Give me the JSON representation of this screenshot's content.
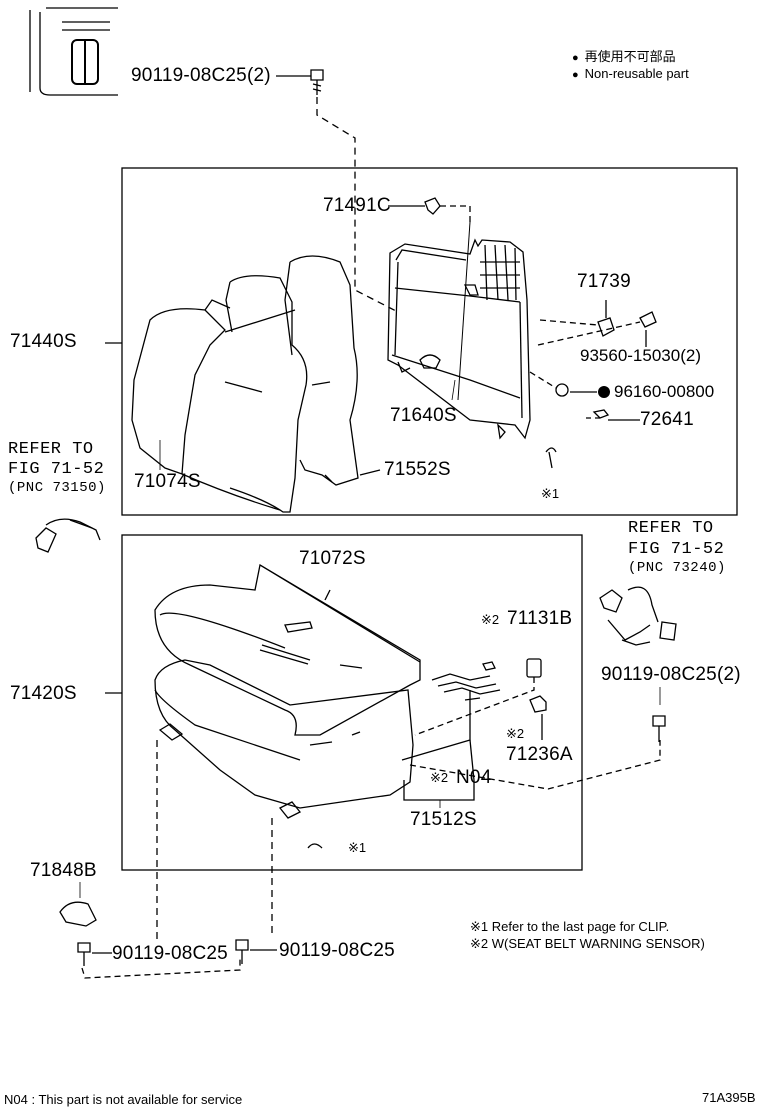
{
  "legend": {
    "non_reusable_jp": "再使用不可部品",
    "non_reusable_en": "Non-reusable part"
  },
  "labels": {
    "p_90119_top": "90119-08C25(2)",
    "p_71491C": "71491C",
    "p_71739": "71739",
    "p_93560": "93560-15030(2)",
    "p_96160": "96160-00800",
    "p_72641": "72641",
    "p_71640S": "71640S",
    "p_71440S": "71440S",
    "p_71074S": "71074S",
    "p_71552S": "71552S",
    "mark1_upper": "※1",
    "p_71072S": "71072S",
    "p_71420S": "71420S",
    "p_71131B": "71131B",
    "mark2_71131B": "※2",
    "p_71236A": "71236A",
    "mark2_71236A": "※2",
    "p_N04": "N04",
    "mark2_N04": "※2",
    "p_71512S": "71512S",
    "mark1_lower": "※1",
    "p_90119_right": "90119-08C25(2)",
    "p_71848B": "71848B",
    "p_90119_bl": "90119-08C25",
    "p_90119_bm": "90119-08C25"
  },
  "refer_left": {
    "line1": "REFER TO",
    "line2": "FIG 71-52",
    "line3": "(PNC 73150)"
  },
  "refer_right": {
    "line1": "REFER TO",
    "line2": "FIG 71-52",
    "line3": "(PNC 73240)"
  },
  "notes": {
    "note1": "※1 Refer to the last page for CLIP.",
    "note2": "※2 W(SEAT BELT WARNING SENSOR)"
  },
  "footer": {
    "n04_note": "N04 : This part is not available for service",
    "figure_code": "71A395B"
  }
}
